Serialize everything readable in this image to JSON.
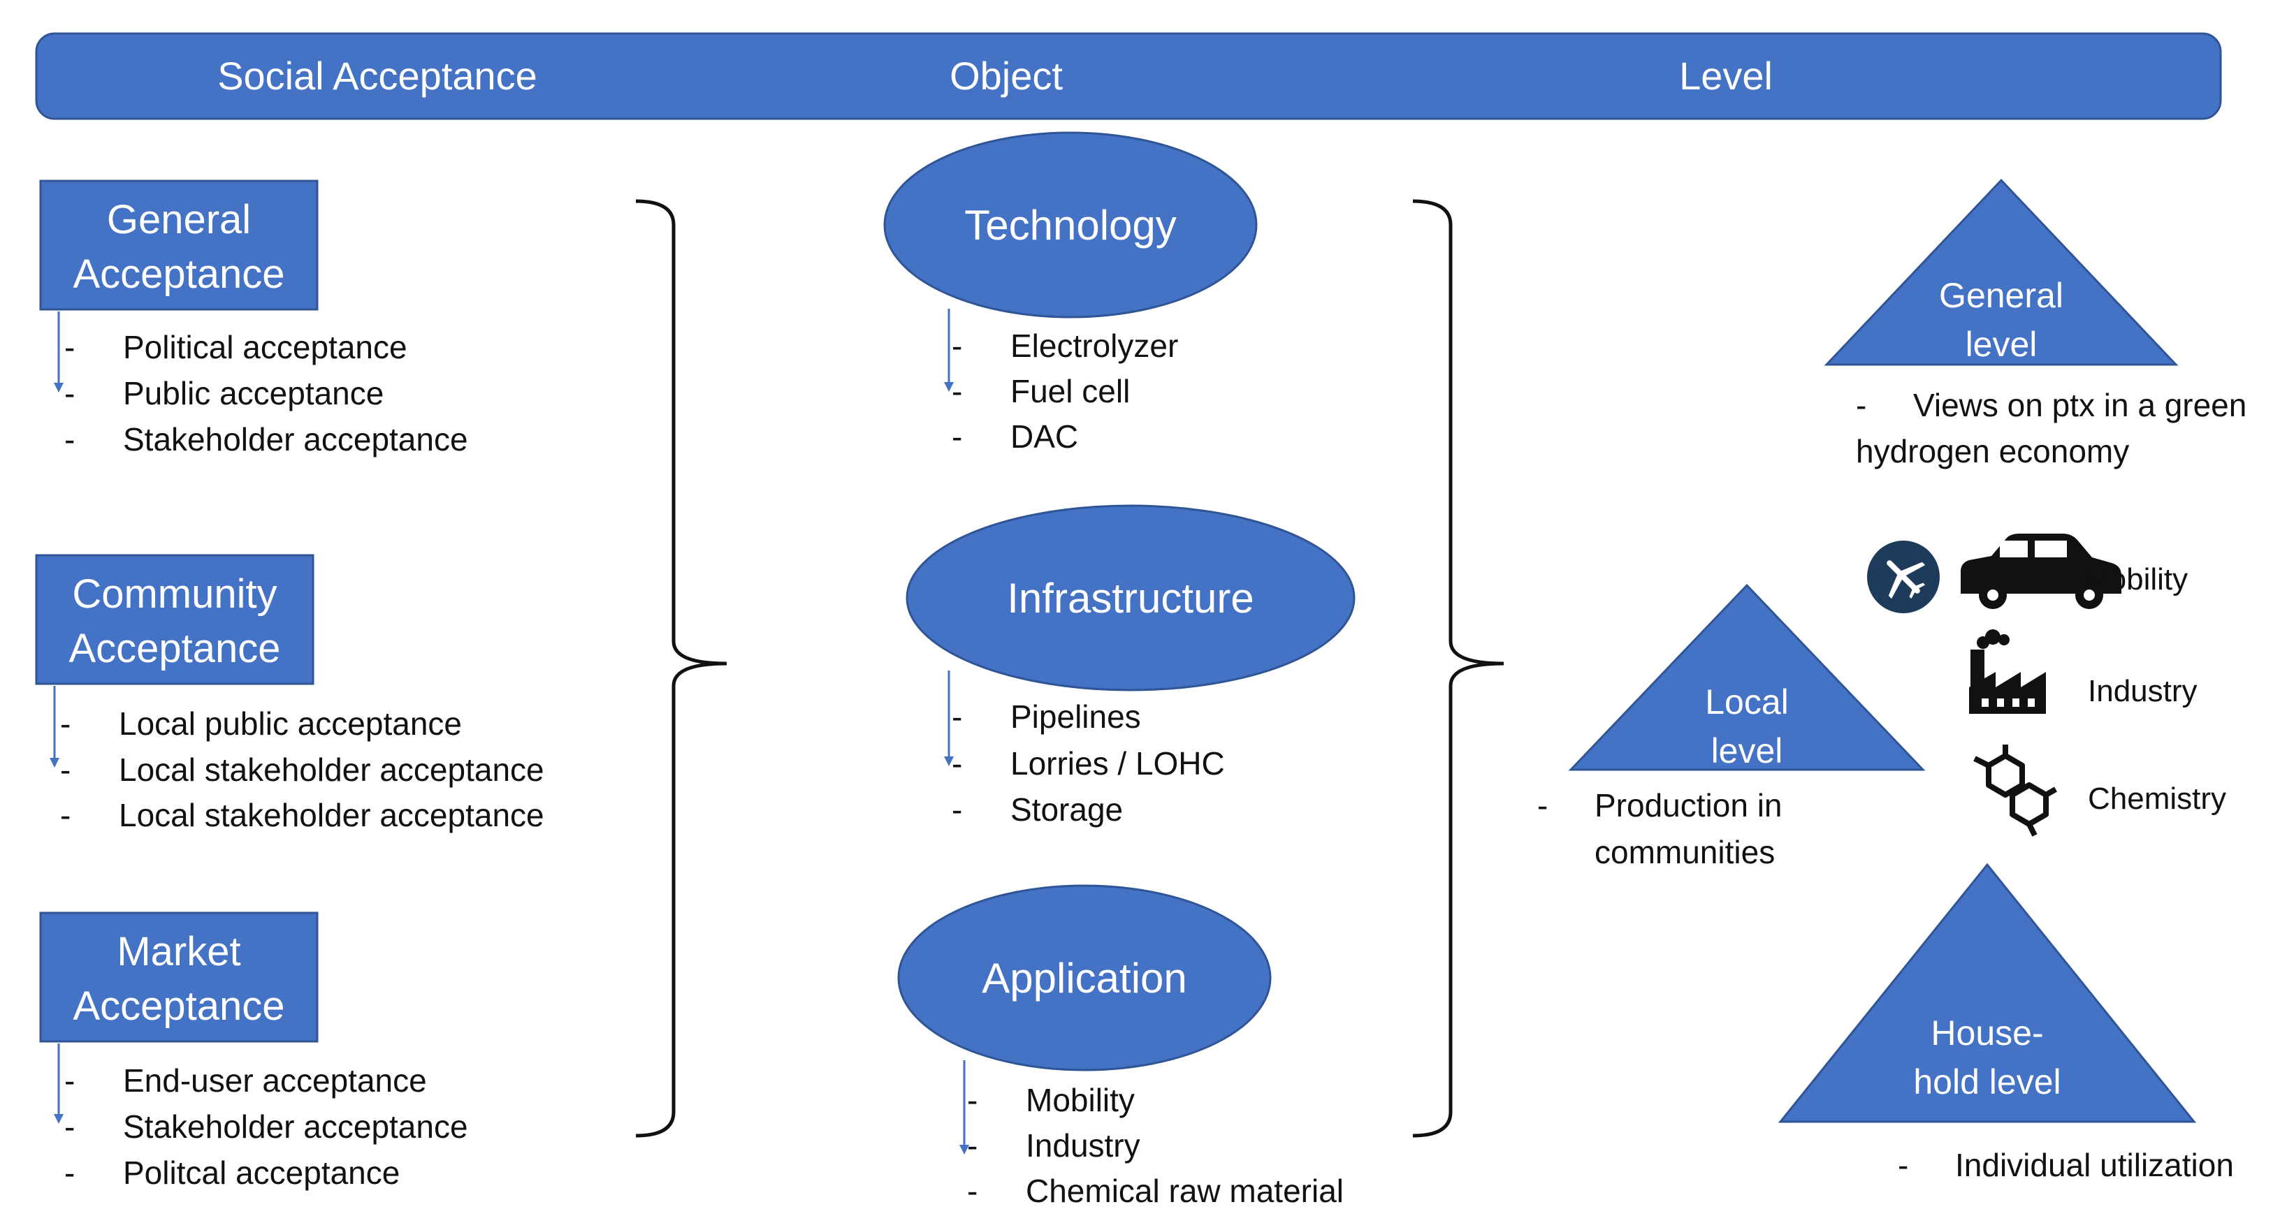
{
  "header": {
    "social_acceptance": "Social Acceptance",
    "object": "Object",
    "level": "Level"
  },
  "acceptance": [
    {
      "line1": "General",
      "line2": "Acceptance",
      "items": [
        "Political acceptance",
        "Public acceptance",
        "Stakeholder acceptance"
      ]
    },
    {
      "line1": "Community",
      "line2": "Acceptance",
      "items": [
        "Local public acceptance",
        "Local stakeholder acceptance",
        "Local stakeholder acceptance"
      ]
    },
    {
      "line1": "Market",
      "line2": "Acceptance",
      "items": [
        "End-user acceptance",
        "Stakeholder acceptance",
        "Politcal acceptance"
      ]
    }
  ],
  "objects": [
    {
      "label": "Technology",
      "items": [
        "Electrolyzer",
        "Fuel cell",
        "DAC"
      ]
    },
    {
      "label": "Infrastructure",
      "items": [
        "Pipelines",
        "Lorries / LOHC",
        "Storage"
      ]
    },
    {
      "label": "Application",
      "items": [
        "Mobility",
        "Industry",
        "Chemical raw material"
      ]
    }
  ],
  "levels": [
    {
      "line1": "General",
      "line2": "level",
      "desc1": "Views on ptx in a green",
      "desc2": "hydrogen economy"
    },
    {
      "line1": "Local",
      "line2": "level",
      "desc1": "Production in",
      "desc2": "communities"
    },
    {
      "line1": "House-",
      "line2": "hold level",
      "desc1": "Individual utilization"
    }
  ],
  "sectors": [
    {
      "label": "Mobility",
      "icons": [
        "airplane-icon",
        "car-icon"
      ]
    },
    {
      "label": "Industry",
      "icons": [
        "factory-icon"
      ]
    },
    {
      "label": "Chemistry",
      "icons": [
        "molecule-icon"
      ]
    }
  ],
  "colors": {
    "primary": "#4472C4",
    "border": "#2F5597",
    "text": "#111111",
    "icon_dark": "#1F3B5C"
  }
}
